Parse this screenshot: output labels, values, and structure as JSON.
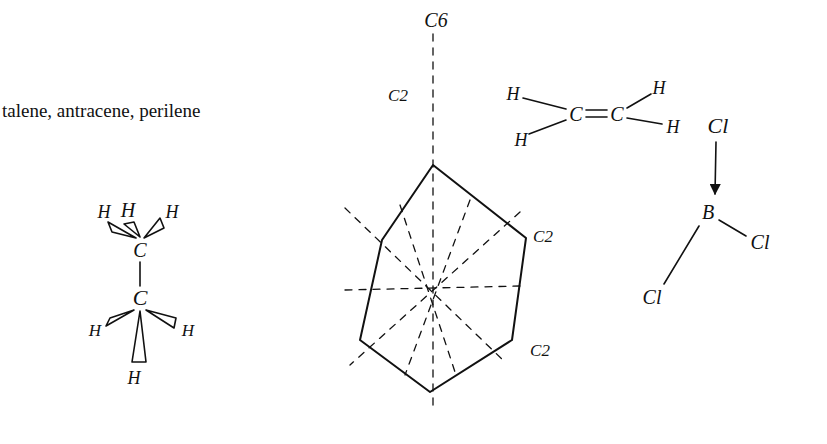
{
  "diagram": {
    "labels": [
      "talene, antracene, perilene",
      "H",
      "H",
      "H",
      "C",
      "C",
      "H",
      "H",
      "H",
      "C6",
      "C2",
      "C2",
      "C2",
      "H",
      "H",
      "C",
      "C",
      "H",
      "H",
      "Cl",
      "B",
      "Cl",
      "Cl"
    ]
  }
}
